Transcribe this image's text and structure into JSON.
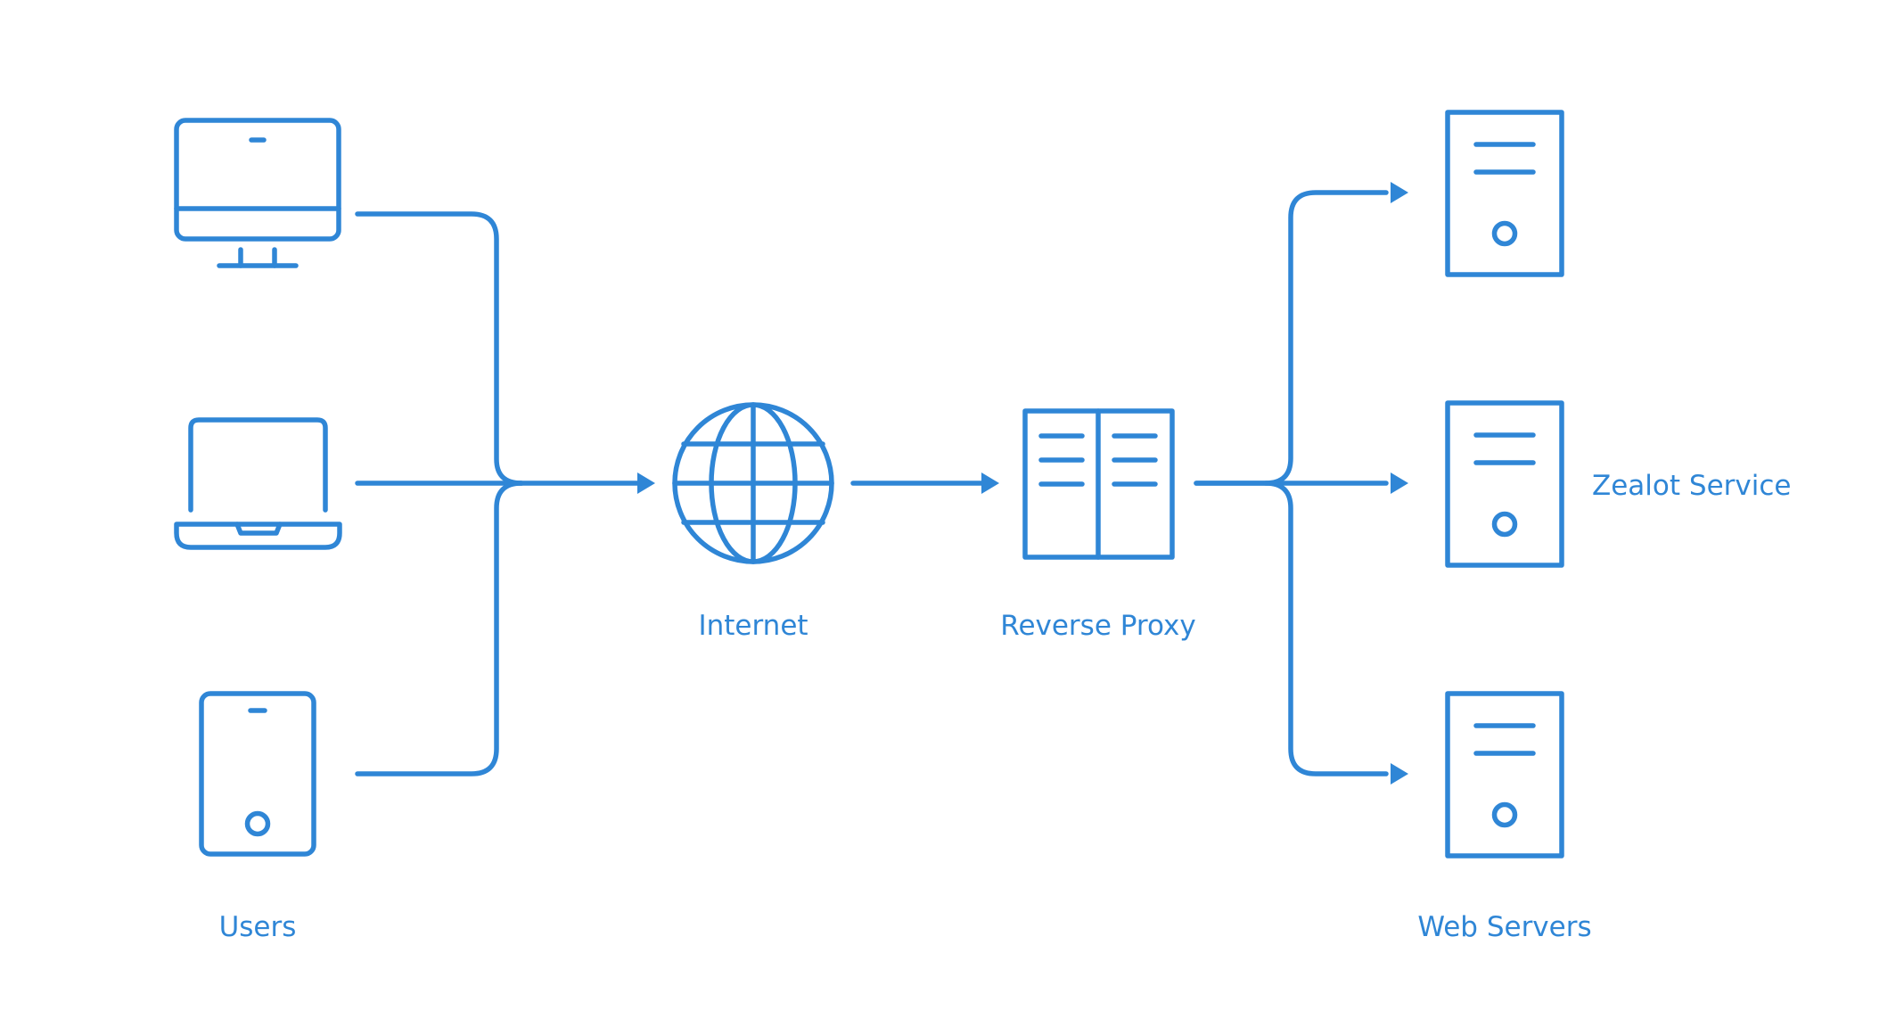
{
  "colors": {
    "stroke": "#2f86d6",
    "background": "#ffffff"
  },
  "labels": {
    "users": "Users",
    "internet": "Internet",
    "reverse_proxy": "Reverse Proxy",
    "web_servers": "Web Servers",
    "zealot_service": "Zealot Service"
  },
  "icons": {
    "users": [
      "desktop-monitor-icon",
      "laptop-icon",
      "phone-icon"
    ],
    "internet": "globe-icon",
    "reverse_proxy": "proxy-server-icon",
    "web_servers": [
      "web-server-icon",
      "web-server-icon",
      "web-server-icon"
    ]
  },
  "connections": [
    {
      "from": "desktop-monitor-icon",
      "to": "globe-icon"
    },
    {
      "from": "laptop-icon",
      "to": "globe-icon"
    },
    {
      "from": "phone-icon",
      "to": "globe-icon"
    },
    {
      "from": "globe-icon",
      "to": "proxy-server-icon"
    },
    {
      "from": "proxy-server-icon",
      "to": "web-server-1"
    },
    {
      "from": "proxy-server-icon",
      "to": "web-server-2"
    },
    {
      "from": "proxy-server-icon",
      "to": "web-server-3"
    }
  ]
}
